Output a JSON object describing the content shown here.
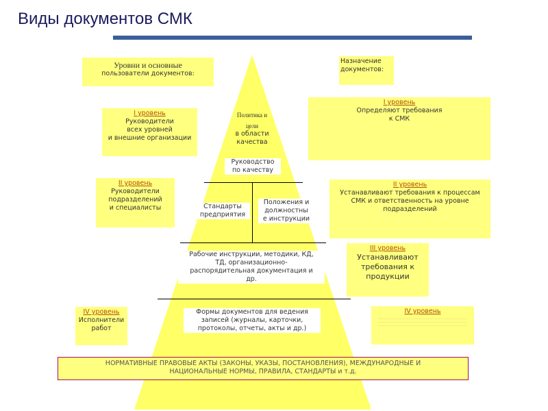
{
  "title": "Виды документов СМК",
  "colors": {
    "rule": "#3a5f9a",
    "pyramid": "#ffff66",
    "box": "#ffff80",
    "level": "#b05000",
    "norms_border": "#a01060",
    "title": "#1a1a5e"
  },
  "left": {
    "header_l1": "Уровни и основные",
    "header_l2": "пользователи документов:",
    "l1": {
      "level": "I уровень",
      "t1": "Руководители",
      "t2": "всех уровней",
      "t3": "и внешние организации"
    },
    "l2": {
      "level": "II уровень",
      "t1": "Руководители",
      "t2": "подразделений",
      "t3": "и специалисты"
    },
    "l4": {
      "level": "IV уровень",
      "t1": "Исполнители",
      "t2": "работ"
    }
  },
  "right": {
    "header_l1": "Назначение",
    "header_l2": "документов:",
    "l1": {
      "level": "I уровень",
      "t1": "Определяют требования",
      "t2": "к СМК"
    },
    "l2": {
      "level": "II уровень",
      "t1": "Устанавливают требования к процессам",
      "t2": "СМК и ответственность на уровне",
      "t3": "подразделений"
    },
    "l3": {
      "level": "III уровень",
      "t1": "Устанавливают",
      "t2": "требования к",
      "t3": "продукции"
    },
    "l4": {
      "level": "IV уровень"
    }
  },
  "pyramid": {
    "policy_l1": "Политика и",
    "policy_l2": "цели",
    "policy_l3": "в области",
    "policy_l4": "качества",
    "manual_l1": "Руководство",
    "manual_l2": "по качеству",
    "std_l1": "Стандарты",
    "std_l2": "предприятия",
    "pos_l1": "Положения и",
    "pos_l2": "должностны",
    "pos_l3": "е инструкции",
    "work_l1": "Рабочие инструкции, методики, КД,",
    "work_l2": "ТД, организационно-",
    "work_l3": "распорядительная документация и",
    "work_l4": "др.",
    "forms_l1": "Формы документов для ведения",
    "forms_l2": "записей (журналы, карточки,",
    "forms_l3": "протоколы, отчеты, акты и др.)"
  },
  "norms": {
    "l1": "НОРМАТИВНЫЕ ПРАВОВЫЕ АКТЫ (ЗАКОНЫ, УКАЗЫ, ПОСТАНОВЛЕНИЯ), МЕЖДУНАРОДНЫЕ И",
    "l2": "НАЦИОНАЛЬНЫЕ НОРМЫ, ПРАВИЛА, СТАНДАРТЫ и т.д."
  }
}
